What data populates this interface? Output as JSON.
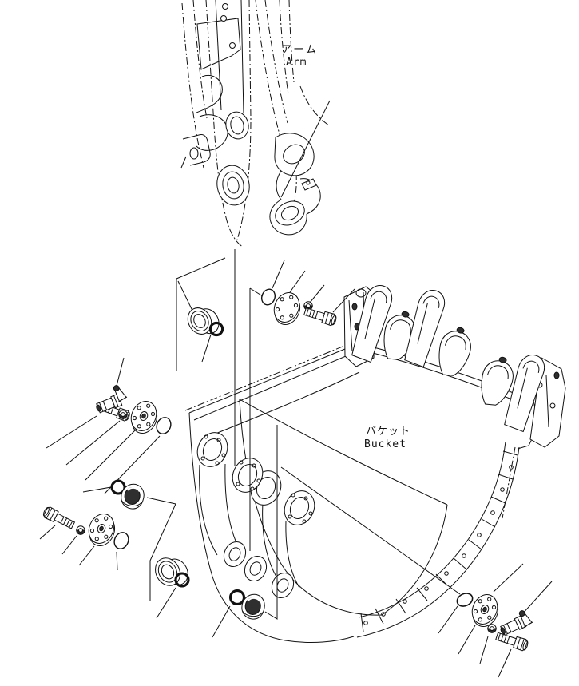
{
  "diagram": {
    "type": "machine-parts-line-drawing",
    "labels": {
      "arm": {
        "jp": "アーム",
        "en": "Arm"
      },
      "bucket": {
        "jp": "バケット",
        "en": "Bucket"
      }
    },
    "colors": {
      "line": "#111111",
      "background": "#ffffff",
      "dark_fill": "#2f2f2f"
    },
    "hardware_groups": [
      {
        "id": "upper-cover-kit",
        "items": [
          "o-ring",
          "cover-plate",
          "washer",
          "bolt"
        ]
      },
      {
        "id": "arm-bushing-kit",
        "items": [
          "bushing",
          "o-ring"
        ]
      },
      {
        "id": "left-fitting-kit",
        "items": [
          "grease-fitting",
          "plug-bolt",
          "washer",
          "cover-plate",
          "o-ring"
        ]
      },
      {
        "id": "lower-left-cover-kit",
        "items": [
          "o-ring",
          "cap-plug",
          "bolt",
          "washer",
          "cover-plate",
          "o-ring"
        ]
      },
      {
        "id": "bucket-bushing-kit",
        "items": [
          "bushing",
          "o-ring",
          "o-ring",
          "cap-plug"
        ]
      },
      {
        "id": "right-cover-kit",
        "items": [
          "o-ring",
          "cover-plate",
          "washer",
          "grease-fitting",
          "bolt"
        ]
      }
    ]
  }
}
